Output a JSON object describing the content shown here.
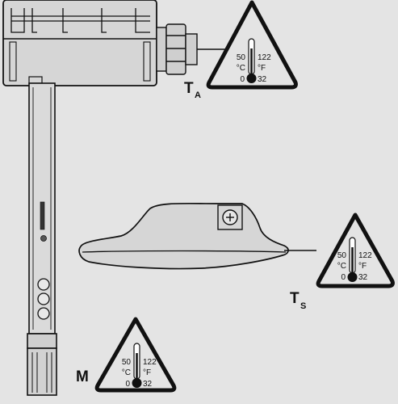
{
  "colors": {
    "background": "#e4e4e4",
    "device_fill": "#d6d6d6",
    "outline": "#111111",
    "triangle_fill": "#e4e4e4"
  },
  "sensor_a": {
    "label": "T",
    "subscript": "A",
    "c_max": "50",
    "c_unit": "°C",
    "c_min": "0",
    "f_max": "122",
    "f_unit": "°F",
    "f_min": "32"
  },
  "sensor_s": {
    "label": "T",
    "subscript": "S",
    "c_max": "50",
    "c_unit": "°C",
    "c_min": "0",
    "f_max": "122",
    "f_unit": "°F",
    "f_min": "32"
  },
  "sensor_m": {
    "label": "M",
    "c_max": "50",
    "c_unit": "°C",
    "c_min": "0",
    "f_max": "122",
    "f_unit": "°F",
    "f_min": "32"
  }
}
